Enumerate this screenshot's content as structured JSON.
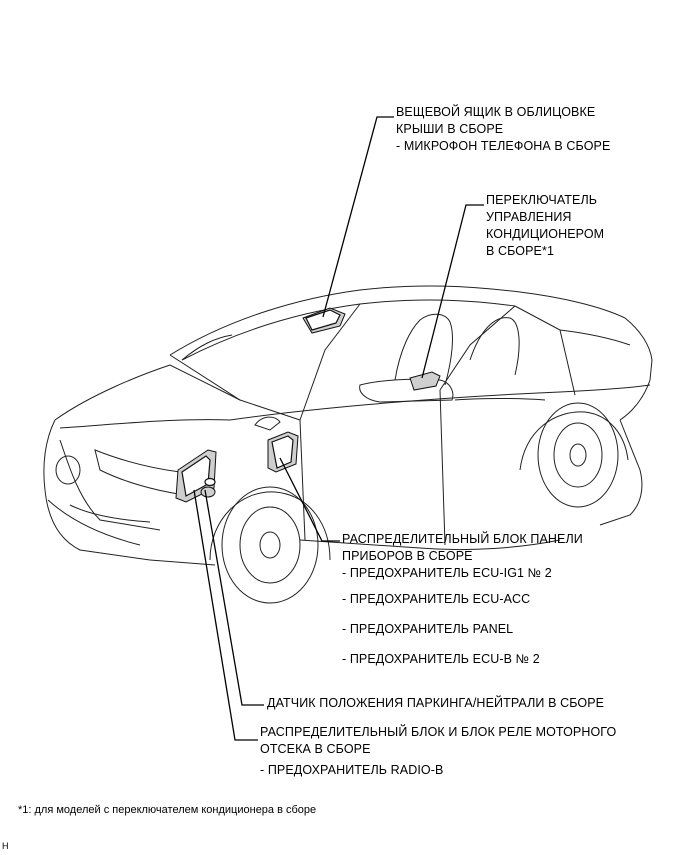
{
  "labels": {
    "overhead_box_l1": "ВЕЩЕВОЙ ЯЩИК В ОБЛИЦОВКЕ",
    "overhead_box_l2": "КРЫШИ В СБОРЕ",
    "overhead_box_sub": "- МИКРОФОН ТЕЛЕФОНА В СБОРЕ",
    "ac_switch_l1": "ПЕРЕКЛЮЧАТЕЛЬ",
    "ac_switch_l2": "УПРАВЛЕНИЯ",
    "ac_switch_l3": "КОНДИЦИОНЕРОМ",
    "ac_switch_l4": "В СБОРЕ*1",
    "ipjb_l1": "РАСПРЕДЕЛИТЕЛЬНЫЙ БЛОК ПАНЕЛИ",
    "ipjb_l2": "ПРИБОРОВ В СБОРЕ",
    "ipjb_fuse1": "- ПРЕДОХРАНИТЕЛЬ ECU-IG1 № 2",
    "ipjb_fuse2": "- ПРЕДОХРАНИТЕЛЬ ECU-ACC",
    "ipjb_fuse3": "- ПРЕДОХРАНИТЕЛЬ PANEL",
    "ipjb_fuse4": "- ПРЕДОХРАНИТЕЛЬ ECU-B № 2",
    "park_sensor": "ДАТЧИК ПОЛОЖЕНИЯ ПАРКИНГА/НЕЙТРАЛИ В СБОРЕ",
    "engine_jb_l1": "РАСПРЕДЕЛИТЕЛЬНЫЙ БЛОК И БЛОК РЕЛЕ МОТОРНОГО",
    "engine_jb_l2": "ОТСЕКА В СБОРЕ",
    "engine_jb_fuse": "- ПРЕДОХРАНИТЕЛЬ RADIO-B"
  },
  "footnote": "*1: для моделей с переключателем кондиционера в сборе",
  "corner_mark": "H"
}
